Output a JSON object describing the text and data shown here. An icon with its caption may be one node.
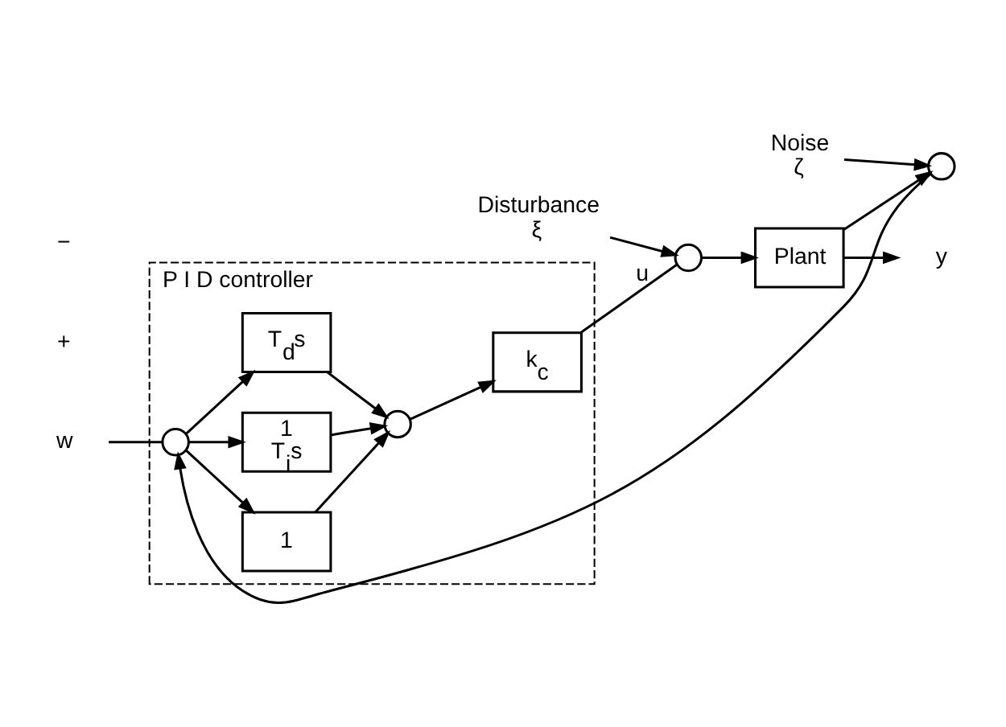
{
  "diagram": {
    "nodes": [
      {
        "text": [
          "P I D controller"
        ]
      },
      {
        "text": [
          "w"
        ]
      },
      {
        "text": [],
        "shape": "circle",
        "in": 0
      },
      {
        "text": [
          "1"
        ],
        "in": 0
      },
      {
        "text": [
          "1",
          "T$_{i}$s"
        ],
        "in": 0
      },
      {
        "text": [
          "T$_{d}$s"
        ],
        "in": 0
      },
      {
        "text": [],
        "shape": "circle",
        "in": 0
      },
      {
        "text": [
          "k$_{c}$"
        ],
        "in": 0
      },
      {
        "text": [
          "ξ"
        ],
        "beside": [
          "Disturbance"
        ]
      },
      {
        "text": [],
        "shape": "circle"
      },
      {
        "text": [
          "Plant"
        ]
      },
      {
        "text": [
          "y"
        ]
      },
      {
        "text": [
          "ζ"
        ],
        "beside": [
          "Noise"
        ]
      },
      {
        "text": [],
        "shape": "circle"
      }
    ],
    "edges": [
      {
        "from": 1,
        "to": 2,
        "arrow": "none"
      },
      {
        "from": 2,
        "to": 3,
        "arrow": "to"
      },
      {
        "from": 2,
        "to": 4,
        "arrow": "to"
      },
      {
        "from": 2,
        "to": 5,
        "arrow": "to"
      },
      {
        "from": 3,
        "to": 6,
        "arrow": "to"
      },
      {
        "from": 4,
        "to": 6,
        "arrow": "to"
      },
      {
        "from": 5,
        "to": 6,
        "arrow": "to"
      },
      {
        "from": 6,
        "to": 7,
        "arrow": "to"
      },
      {
        "from": 7,
        "to": 9,
        "arrow": "none",
        "label": "u"
      },
      {
        "from": 8,
        "to": 9,
        "arrow": "to"
      },
      {
        "from": 9,
        "to": 10,
        "arrow": "to"
      },
      {
        "from": 10,
        "to": 11,
        "arrow": "to"
      },
      {
        "from": 10,
        "to": 13,
        "arrow": "to"
      },
      {
        "from": 12,
        "to": 13,
        "arrow": "to"
      },
      {
        "from": 13,
        "to": 2,
        "arrow": "to"
      }
    ],
    "labels": [
      "+",
      "−"
    ]
  }
}
